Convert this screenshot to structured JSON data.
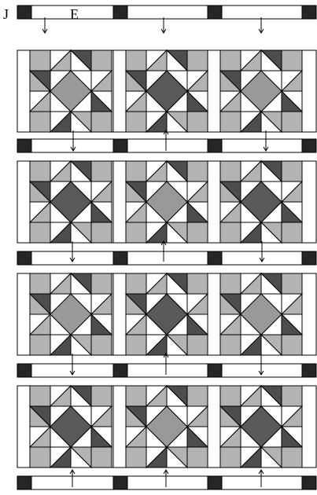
{
  "labels": {
    "sash_row": "J",
    "sash_strip": "E"
  },
  "colors": {
    "outline": "#000000",
    "sash_fill": "#ffffff",
    "cornerstone": "#262626",
    "background_light": "#b3b3b3",
    "light": "#ffffff",
    "dark": "#4d4d4d",
    "center_dark": "#595959",
    "center_medium": "#999999"
  },
  "layout": {
    "block_rows": 4,
    "block_columns": 3,
    "sashing_rows": 5
  },
  "block_centers": [
    [
      "medium",
      "dark",
      "medium"
    ],
    [
      "dark",
      "medium",
      "dark"
    ],
    [
      "medium",
      "dark",
      "medium"
    ],
    [
      "dark",
      "medium",
      "dark"
    ]
  ],
  "arrows": [
    [
      "down",
      "down",
      "down"
    ],
    [
      "down",
      "up",
      "down"
    ],
    [
      "down",
      "up",
      "down"
    ],
    [
      "down",
      "up",
      "down"
    ],
    [
      "up",
      "up",
      "up"
    ]
  ]
}
